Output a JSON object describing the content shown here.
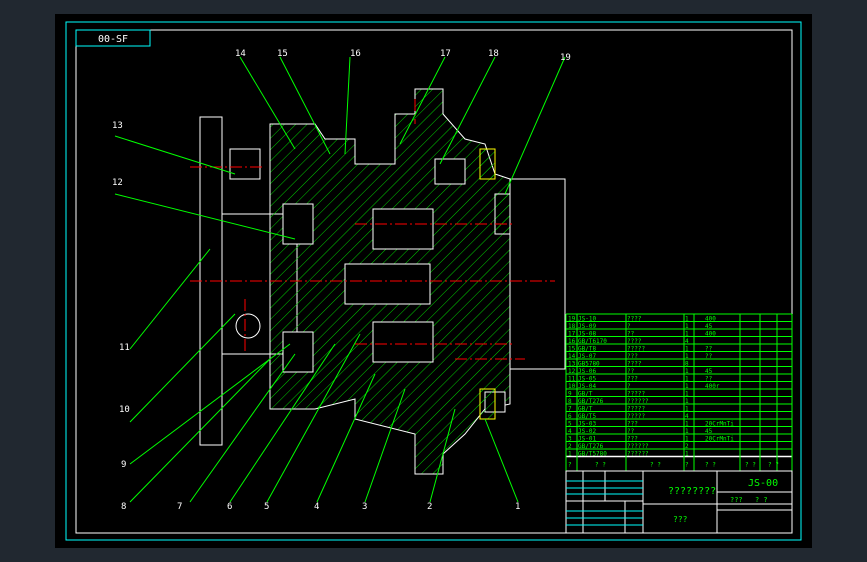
{
  "drawing_label": "00-SF",
  "balloons": [
    "1",
    "2",
    "3",
    "4",
    "5",
    "6",
    "7",
    "8",
    "9",
    "10",
    "11",
    "12",
    "13",
    "14",
    "15",
    "16",
    "17",
    "18",
    "19"
  ],
  "parts_list": [
    {
      "no": "19",
      "code": "JS-10",
      "name": "????",
      "qty": "1",
      "material": "400"
    },
    {
      "no": "18",
      "code": "JS-09",
      "name": "?",
      "qty": "1",
      "material": "45"
    },
    {
      "no": "17",
      "code": "JS-08",
      "name": "??",
      "qty": "1",
      "material": "400"
    },
    {
      "no": "16",
      "code": "GB/T6170",
      "name": "????",
      "qty": "4",
      "material": ""
    },
    {
      "no": "15",
      "code": "GB/T8",
      "name": "?????",
      "qty": "1",
      "material": "??"
    },
    {
      "no": "14",
      "code": "JS-07",
      "name": "???",
      "qty": "1",
      "material": "??"
    },
    {
      "no": "13",
      "code": "GB5780",
      "name": "????",
      "qty": "8",
      "material": ""
    },
    {
      "no": "12",
      "code": "JS-06",
      "name": "??",
      "qty": "1",
      "material": "45"
    },
    {
      "no": "11",
      "code": "JS-05",
      "name": "???",
      "qty": "1",
      "material": "??"
    },
    {
      "no": "10",
      "code": "JS-04",
      "name": "?",
      "qty": "1",
      "material": "400r"
    },
    {
      "no": "9",
      "code": "GB/T",
      "name": "?????",
      "qty": "1",
      "material": ""
    },
    {
      "no": "8",
      "code": "GB/T276",
      "name": "??????",
      "qty": "1",
      "material": ""
    },
    {
      "no": "7",
      "code": "GB/T",
      "name": "?????",
      "qty": "1",
      "material": ""
    },
    {
      "no": "6",
      "code": "GB/T5",
      "name": "?????",
      "qty": "4",
      "material": ""
    },
    {
      "no": "5",
      "code": "JS-03",
      "name": "???",
      "qty": "1",
      "material": "20CrMnTi"
    },
    {
      "no": "4",
      "code": "JS-02",
      "name": "??",
      "qty": "1",
      "material": "45"
    },
    {
      "no": "3",
      "code": "JS-01",
      "name": "???",
      "qty": "1",
      "material": "20CrMnTi"
    },
    {
      "no": "2",
      "code": "GB/T276",
      "name": "??????",
      "qty": "2",
      "material": ""
    },
    {
      "no": "1",
      "code": "GB/T5780",
      "name": "??????",
      "qty": "1",
      "material": ""
    }
  ],
  "parts_header": [
    "?",
    "? ?",
    "? ?",
    "?",
    "? ?",
    "? ?",
    "? ?"
  ],
  "title_block": {
    "title": "????????",
    "drawing_no": "JS-00",
    "subtitle": "???",
    "scale_label": "???",
    "sheet_label": "? ?"
  },
  "colors": {
    "background": "#000000",
    "frame": "#ffffff",
    "outer_frame": "#00ffff",
    "lines": "#00ff00",
    "center": "#ff0000",
    "hatch": "#00ff00",
    "part": "#ffffff"
  }
}
